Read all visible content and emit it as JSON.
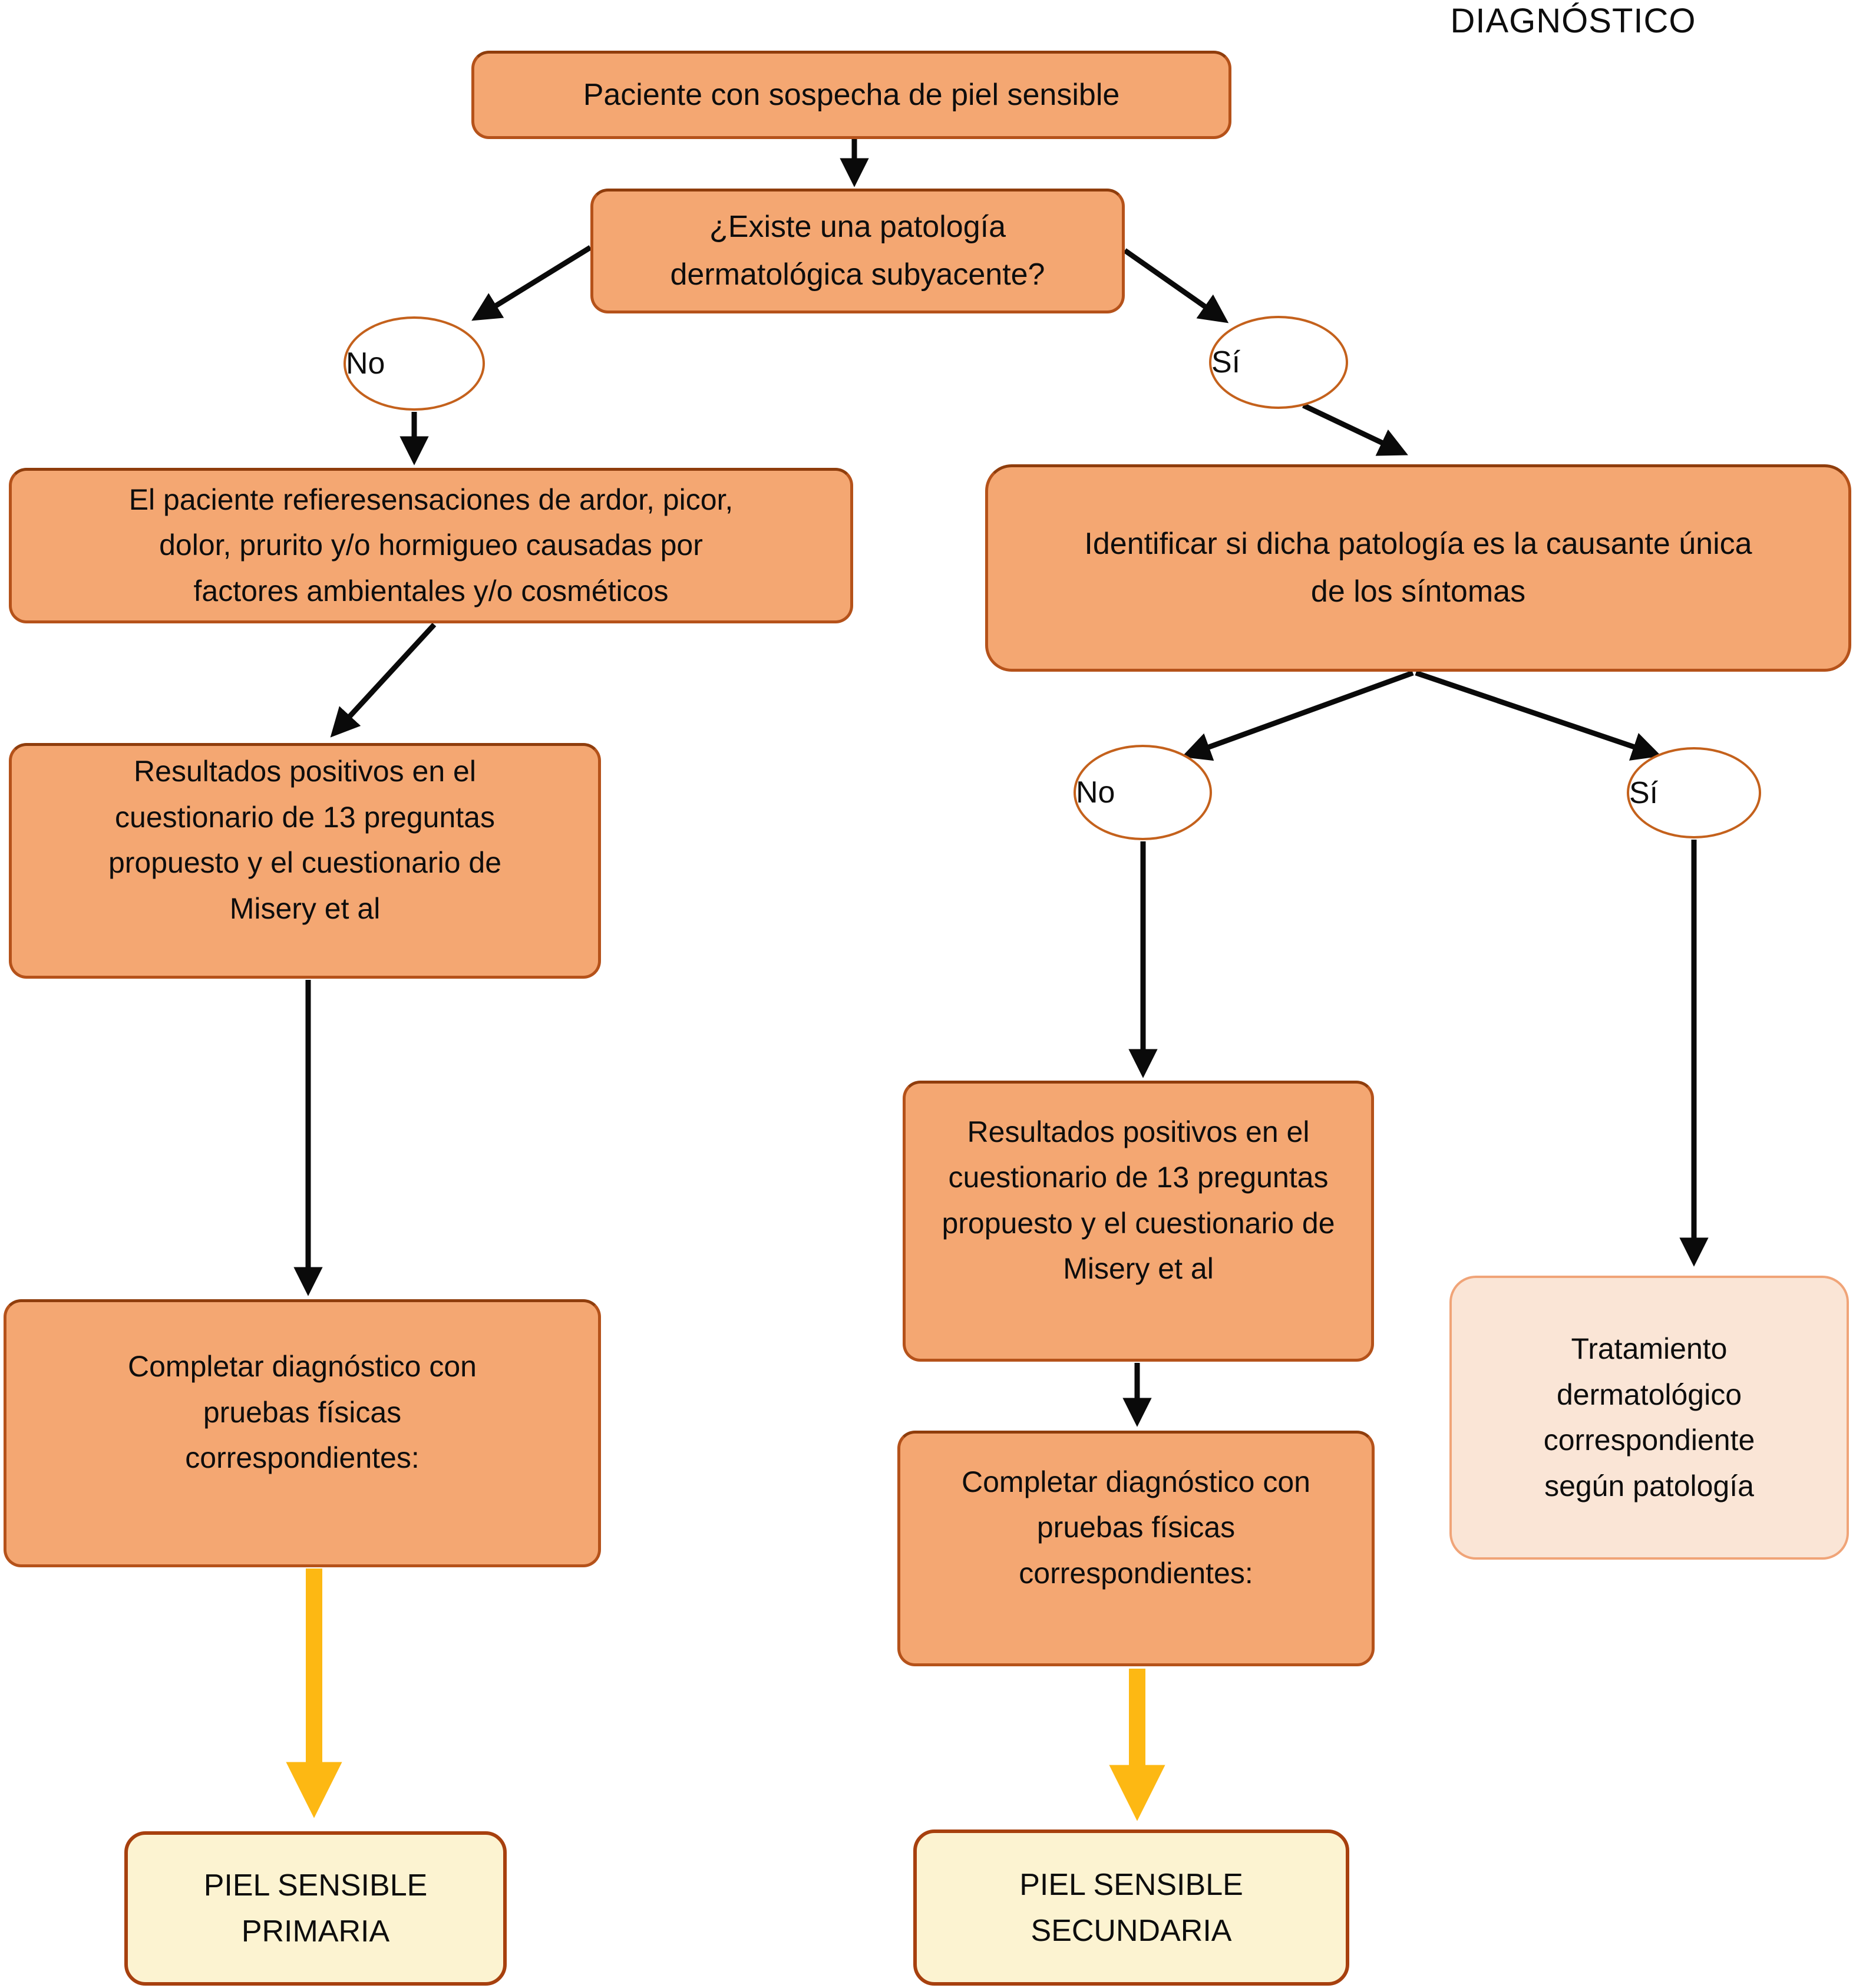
{
  "title": "DIAGNÓSTICO",
  "colors": {
    "box_fill": "#F4A772",
    "box_border": "#B5521A",
    "result_fill": "#FCF3D1",
    "result_border": "#A7400E",
    "treatment_fill": "#FAE5D6",
    "treatment_border": "#F0A478",
    "oval_border": "#C4611C",
    "arrow_black": "#0A0A0A",
    "arrow_yellow": "#FDB813"
  },
  "nodes": {
    "start": {
      "label": "Paciente con sospecha de piel sensible"
    },
    "decision_pathology": {
      "label": "¿Existe una patología\ndermatológica subyacente?"
    },
    "no1": {
      "label": "No"
    },
    "si1": {
      "label": "Sí"
    },
    "symptoms": {
      "label": "El paciente refieresensaciones de ardor, picor,\ndolor, prurito y/o hormigueo causadas por\nfactores ambientales y/o cosméticos"
    },
    "results_left": {
      "label": "Resultados positivos en el\ncuestionario de 13 preguntas\npropuesto y el cuestionario de\nMisery et al"
    },
    "complete_left": {
      "label": "Completar diagnóstico con\npruebas físicas\ncorrespondientes:"
    },
    "primary": {
      "label": "PIEL SENSIBLE\nPRIMARIA"
    },
    "identify": {
      "label": "Identificar si dicha patología es la causante única\nde los síntomas"
    },
    "no2": {
      "label": "No"
    },
    "si2": {
      "label": "Sí"
    },
    "results_right": {
      "label": "Resultados positivos en el\ncuestionario de 13 preguntas\npropuesto y el cuestionario de\nMisery et al"
    },
    "complete_right": {
      "label": "Completar diagnóstico con\npruebas físicas\ncorrespondientes:"
    },
    "secondary": {
      "label": "PIEL SENSIBLE\nSECUNDARIA"
    },
    "treatment": {
      "label": "Tratamiento\ndermatológico\ncorrespondiente\nsegún patología"
    }
  }
}
